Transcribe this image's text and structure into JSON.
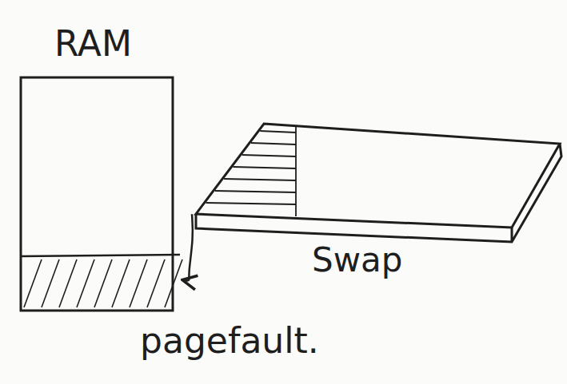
{
  "diagram": {
    "nodes": [
      {
        "text": [
          "RAM"
        ]
      },
      {
        "text": [
          "Swap"
        ]
      }
    ],
    "edges": [
      {
        "from": 1,
        "to": 0,
        "arrow": "to"
      }
    ],
    "labels": [
      "pagefault."
    ]
  }
}
